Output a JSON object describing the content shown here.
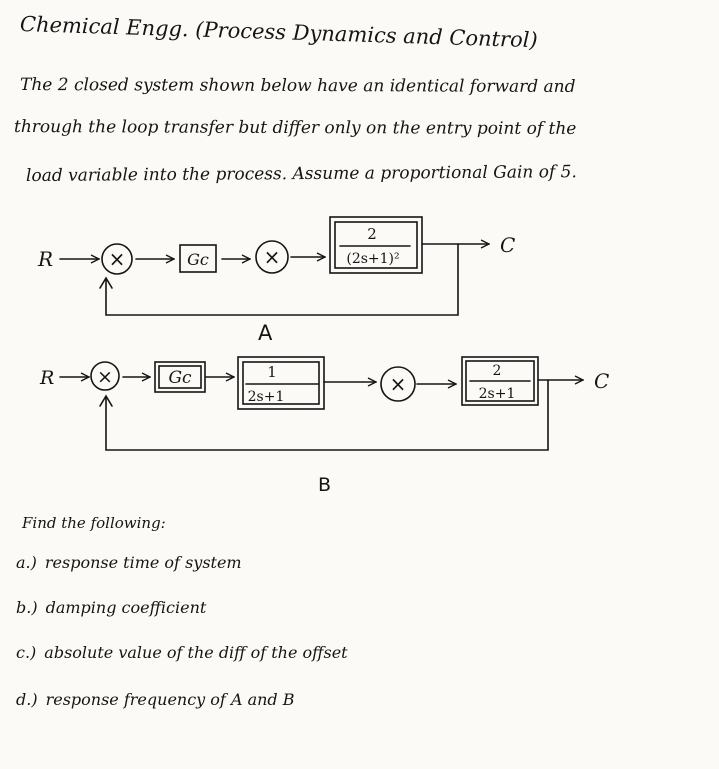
{
  "title": "Chemical Engg. (Process Dynamics and Control)",
  "intro": {
    "line1": "The 2 closed system shown below have an identical forward and",
    "line2": "through the loop transfer but differ only on the entry point of the",
    "line3": "load variable into the process. Assume a proportional Gain of 5."
  },
  "diagram_a": {
    "label": "A",
    "input": "R",
    "output": "C",
    "summer_symbol": "×",
    "controller": "Gc",
    "load_symbol": "×",
    "tf_num": "2",
    "tf_den": "(2s+1)²"
  },
  "diagram_b": {
    "label": "B",
    "input": "R",
    "output": "C",
    "summer_symbol": "×",
    "controller": "Gc",
    "tf1_num": "1",
    "tf1_den": "2s+1",
    "load_symbol": "×",
    "tf2_num": "2",
    "tf2_den": "2s+1"
  },
  "questions": {
    "heading": "Find the following:",
    "items": [
      {
        "label": "a.)",
        "text": "response time of system"
      },
      {
        "label": "b.)",
        "text": "damping coefficient"
      },
      {
        "label": "c.)",
        "text": "absolute value of the diff of the offset"
      },
      {
        "label": "d.)",
        "text": "response frequency of A and B"
      }
    ]
  }
}
